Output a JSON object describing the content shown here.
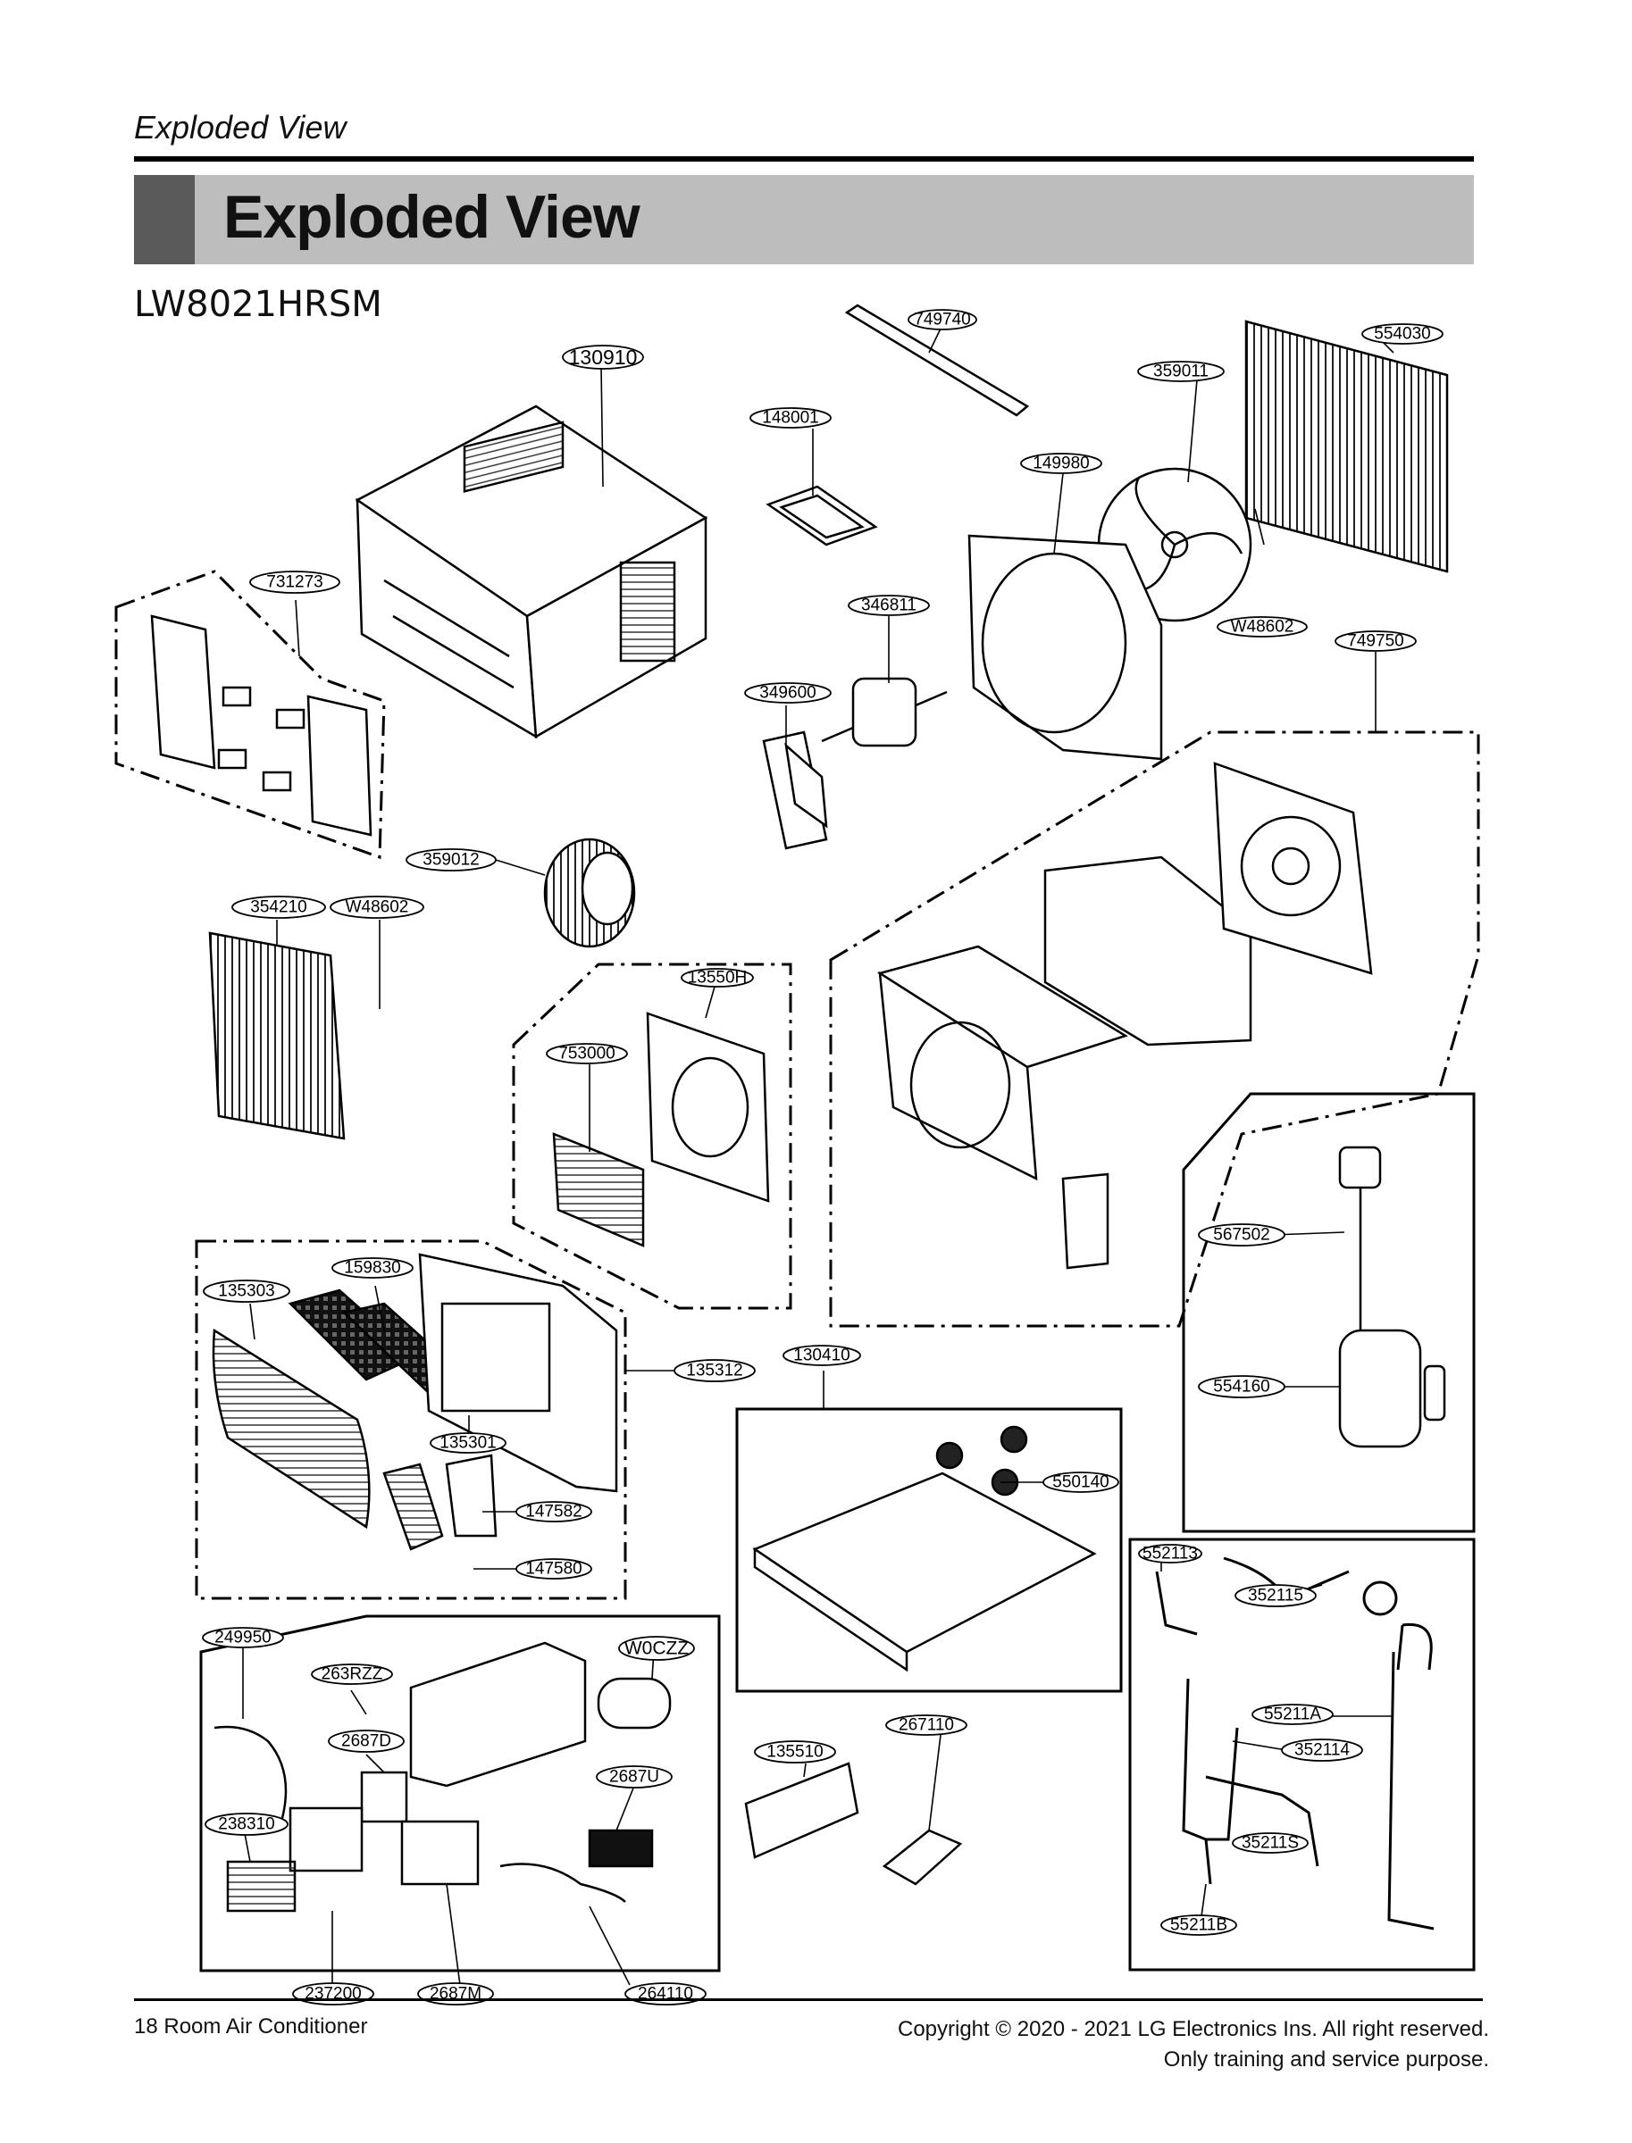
{
  "header": {
    "section_label": "Exploded View"
  },
  "title": "Exploded View",
  "model": "LW8021HRSM",
  "parts": {
    "p749740": "749740",
    "p554030": "554030",
    "p130910": "130910",
    "p359011": "359011",
    "p148001": "148001",
    "p149980": "149980",
    "p731273": "731273",
    "p346811": "346811",
    "pW48602a": "W48602",
    "p749750": "749750",
    "p349600": "349600",
    "p359012": "359012",
    "p354210": "354210",
    "pW48602b": "W48602",
    "p13550H": "13550H",
    "p753000": "753000",
    "p159830": "159830",
    "p135303": "135303",
    "p135312": "135312",
    "p130410": "130410",
    "p567502": "567502",
    "p554160": "554160",
    "p135301": "135301",
    "p550140": "550140",
    "p147582": "147582",
    "p147580": "147580",
    "p552113": "552113",
    "p352115": "352115",
    "p249950": "249950",
    "pW0CZZ": "W0CZZ",
    "p263RZZ": "263RZZ",
    "p2687D": "2687D",
    "p267110": "267110",
    "p135510": "135510",
    "p2687U": "2687U",
    "p55211A": "55211A",
    "p352114": "352114",
    "p238310": "238310",
    "p35211S": "35211S",
    "p237200": "237200",
    "p2687M": "2687M",
    "p264110": "264110",
    "p55211B": "55211B"
  },
  "footer": {
    "page_label": "18  Room Air Conditioner",
    "copyright": "Copyright © 2020 - 2021 LG Electronics Ins. All right reserved.",
    "notice": "Only training and service purpose."
  }
}
